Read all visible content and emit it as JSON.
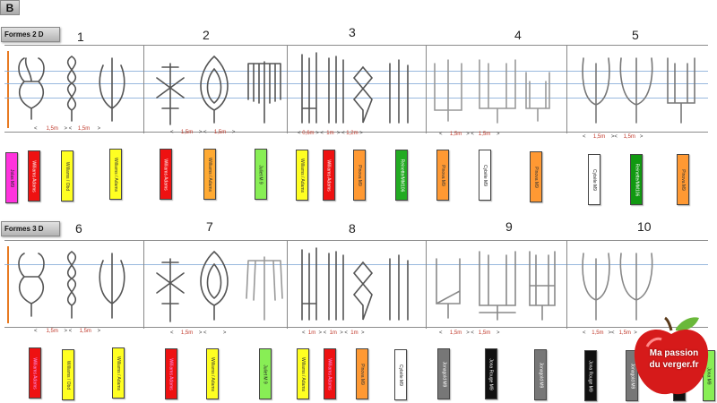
{
  "panel_letter": "B",
  "section_2d": {
    "title": "Formes 2 D"
  },
  "section_3d": {
    "title": "Formes 3 D"
  },
  "numbers_top": [
    "1",
    "2",
    "3",
    "4",
    "5"
  ],
  "numbers_bottom": [
    "6",
    "7",
    "8",
    "9",
    "10"
  ],
  "dims_top": {
    "d1": "1,5m",
    "d2": "1,5m",
    "d3": "1,5m",
    "d4": "1,5m",
    "d5": "0,6m",
    "d6": "1m",
    "d7": "1,2m",
    "d8": "1,5m",
    "d9": "1,5m",
    "d10": "1,5m",
    "d11": "1,5m"
  },
  "dims_bottom": {
    "d1": "1,5m",
    "d2": "1,5m",
    "d3": "1,5m",
    "d5": "1m",
    "d6": "1m",
    "d7": "1m",
    "d8": "1,5m",
    "d9": "1,5m",
    "d10": "1,5m",
    "d11": "1,5m"
  },
  "labels_top": [
    {
      "text": "Jolas  M9",
      "bg": "#ff33dd",
      "fg": "#222222"
    },
    {
      "text": "Williams Adams",
      "bg": "#ee1111",
      "fg": "#ffffff"
    },
    {
      "text": "Williams  /  Obd",
      "bg": "#ffff22",
      "fg": "#333333"
    },
    {
      "text": "Williams  /  Adams",
      "bg": "#ffff22",
      "fg": "#333333"
    },
    {
      "text": "Williams Adams",
      "bg": "#ee1111",
      "fg": "#ffffff"
    },
    {
      "text": "Williams  /  Adams",
      "bg": "#ffaa33",
      "fg": "#333333"
    },
    {
      "text": "Juliet  M 9",
      "bg": "#88ee55",
      "fg": "#222222"
    },
    {
      "text": "Williams  /  Adams",
      "bg": "#ffff22",
      "fg": "#333333"
    },
    {
      "text": "Williams Adams",
      "bg": "#ee1111",
      "fg": "#ffffff"
    },
    {
      "text": "Pinova  M9",
      "bg": "#ff9933",
      "fg": "#333333"
    },
    {
      "text": "Reinette/MM106",
      "bg": "#22aa22",
      "fg": "#ffffff"
    },
    {
      "text": "Pinova  M9",
      "bg": "#ff9933",
      "fg": "#333333"
    },
    {
      "text": "Cybèle  M9",
      "bg": "#ffffff",
      "fg": "#222222"
    },
    {
      "text": "Pinova  M9",
      "bg": "#ff9933",
      "fg": "#333333"
    },
    {
      "text": "Cybèle  M9",
      "bg": "#ffffff",
      "fg": "#222222"
    },
    {
      "text": "Reinette/MM106",
      "bg": "#119911",
      "fg": "#ffffff"
    },
    {
      "text": "Pinova  M9",
      "bg": "#ff9933",
      "fg": "#333333"
    }
  ],
  "labels_bottom": [
    {
      "text": "Williams Adams",
      "bg": "#ee1111",
      "fg": "#ff99ff"
    },
    {
      "text": "Williams  /  Obd",
      "bg": "#ffff22",
      "fg": "#333333"
    },
    {
      "text": "Williams  /  Adams",
      "bg": "#ffff22",
      "fg": "#333333"
    },
    {
      "text": "Williams Adams",
      "bg": "#ee1111",
      "fg": "#ff99ff"
    },
    {
      "text": "Williams  /  Adams",
      "bg": "#ffff22",
      "fg": "#333333"
    },
    {
      "text": "Juliet  M 9",
      "bg": "#88ee55",
      "fg": "#222222"
    },
    {
      "text": "Williams  /  Adams",
      "bg": "#ffff22",
      "fg": "#333333"
    },
    {
      "text": "Williams Adams",
      "bg": "#ee1111",
      "fg": "#ff99ff"
    },
    {
      "text": "Pinova  M9",
      "bg": "#ff9933",
      "fg": "#333333"
    },
    {
      "text": "Cybèle  M9",
      "bg": "#ffffff",
      "fg": "#222222"
    },
    {
      "text": "Jonagold  M9",
      "bg": "#777777",
      "fg": "#ffffff"
    },
    {
      "text": "Jona Rouge  M9",
      "bg": "#111111",
      "fg": "#ffffff"
    },
    {
      "text": "Jonagold  M9",
      "bg": "#777777",
      "fg": "#ffffff"
    },
    {
      "text": "Jona Rouge  M9",
      "bg": "#111111",
      "fg": "#ffffff"
    },
    {
      "text": "Jonagold  M9",
      "bg": "#777777",
      "fg": "#ffffff"
    },
    {
      "text": "Jona Rouge  M9",
      "bg": "#111111",
      "fg": "#ffffff"
    },
    {
      "text": "Jona M9",
      "bg": "#88ee55",
      "fg": "#222222"
    }
  ],
  "logo": {
    "line1": "Ma passion",
    "line2": "du verger.fr",
    "color": "#d61a1a"
  }
}
